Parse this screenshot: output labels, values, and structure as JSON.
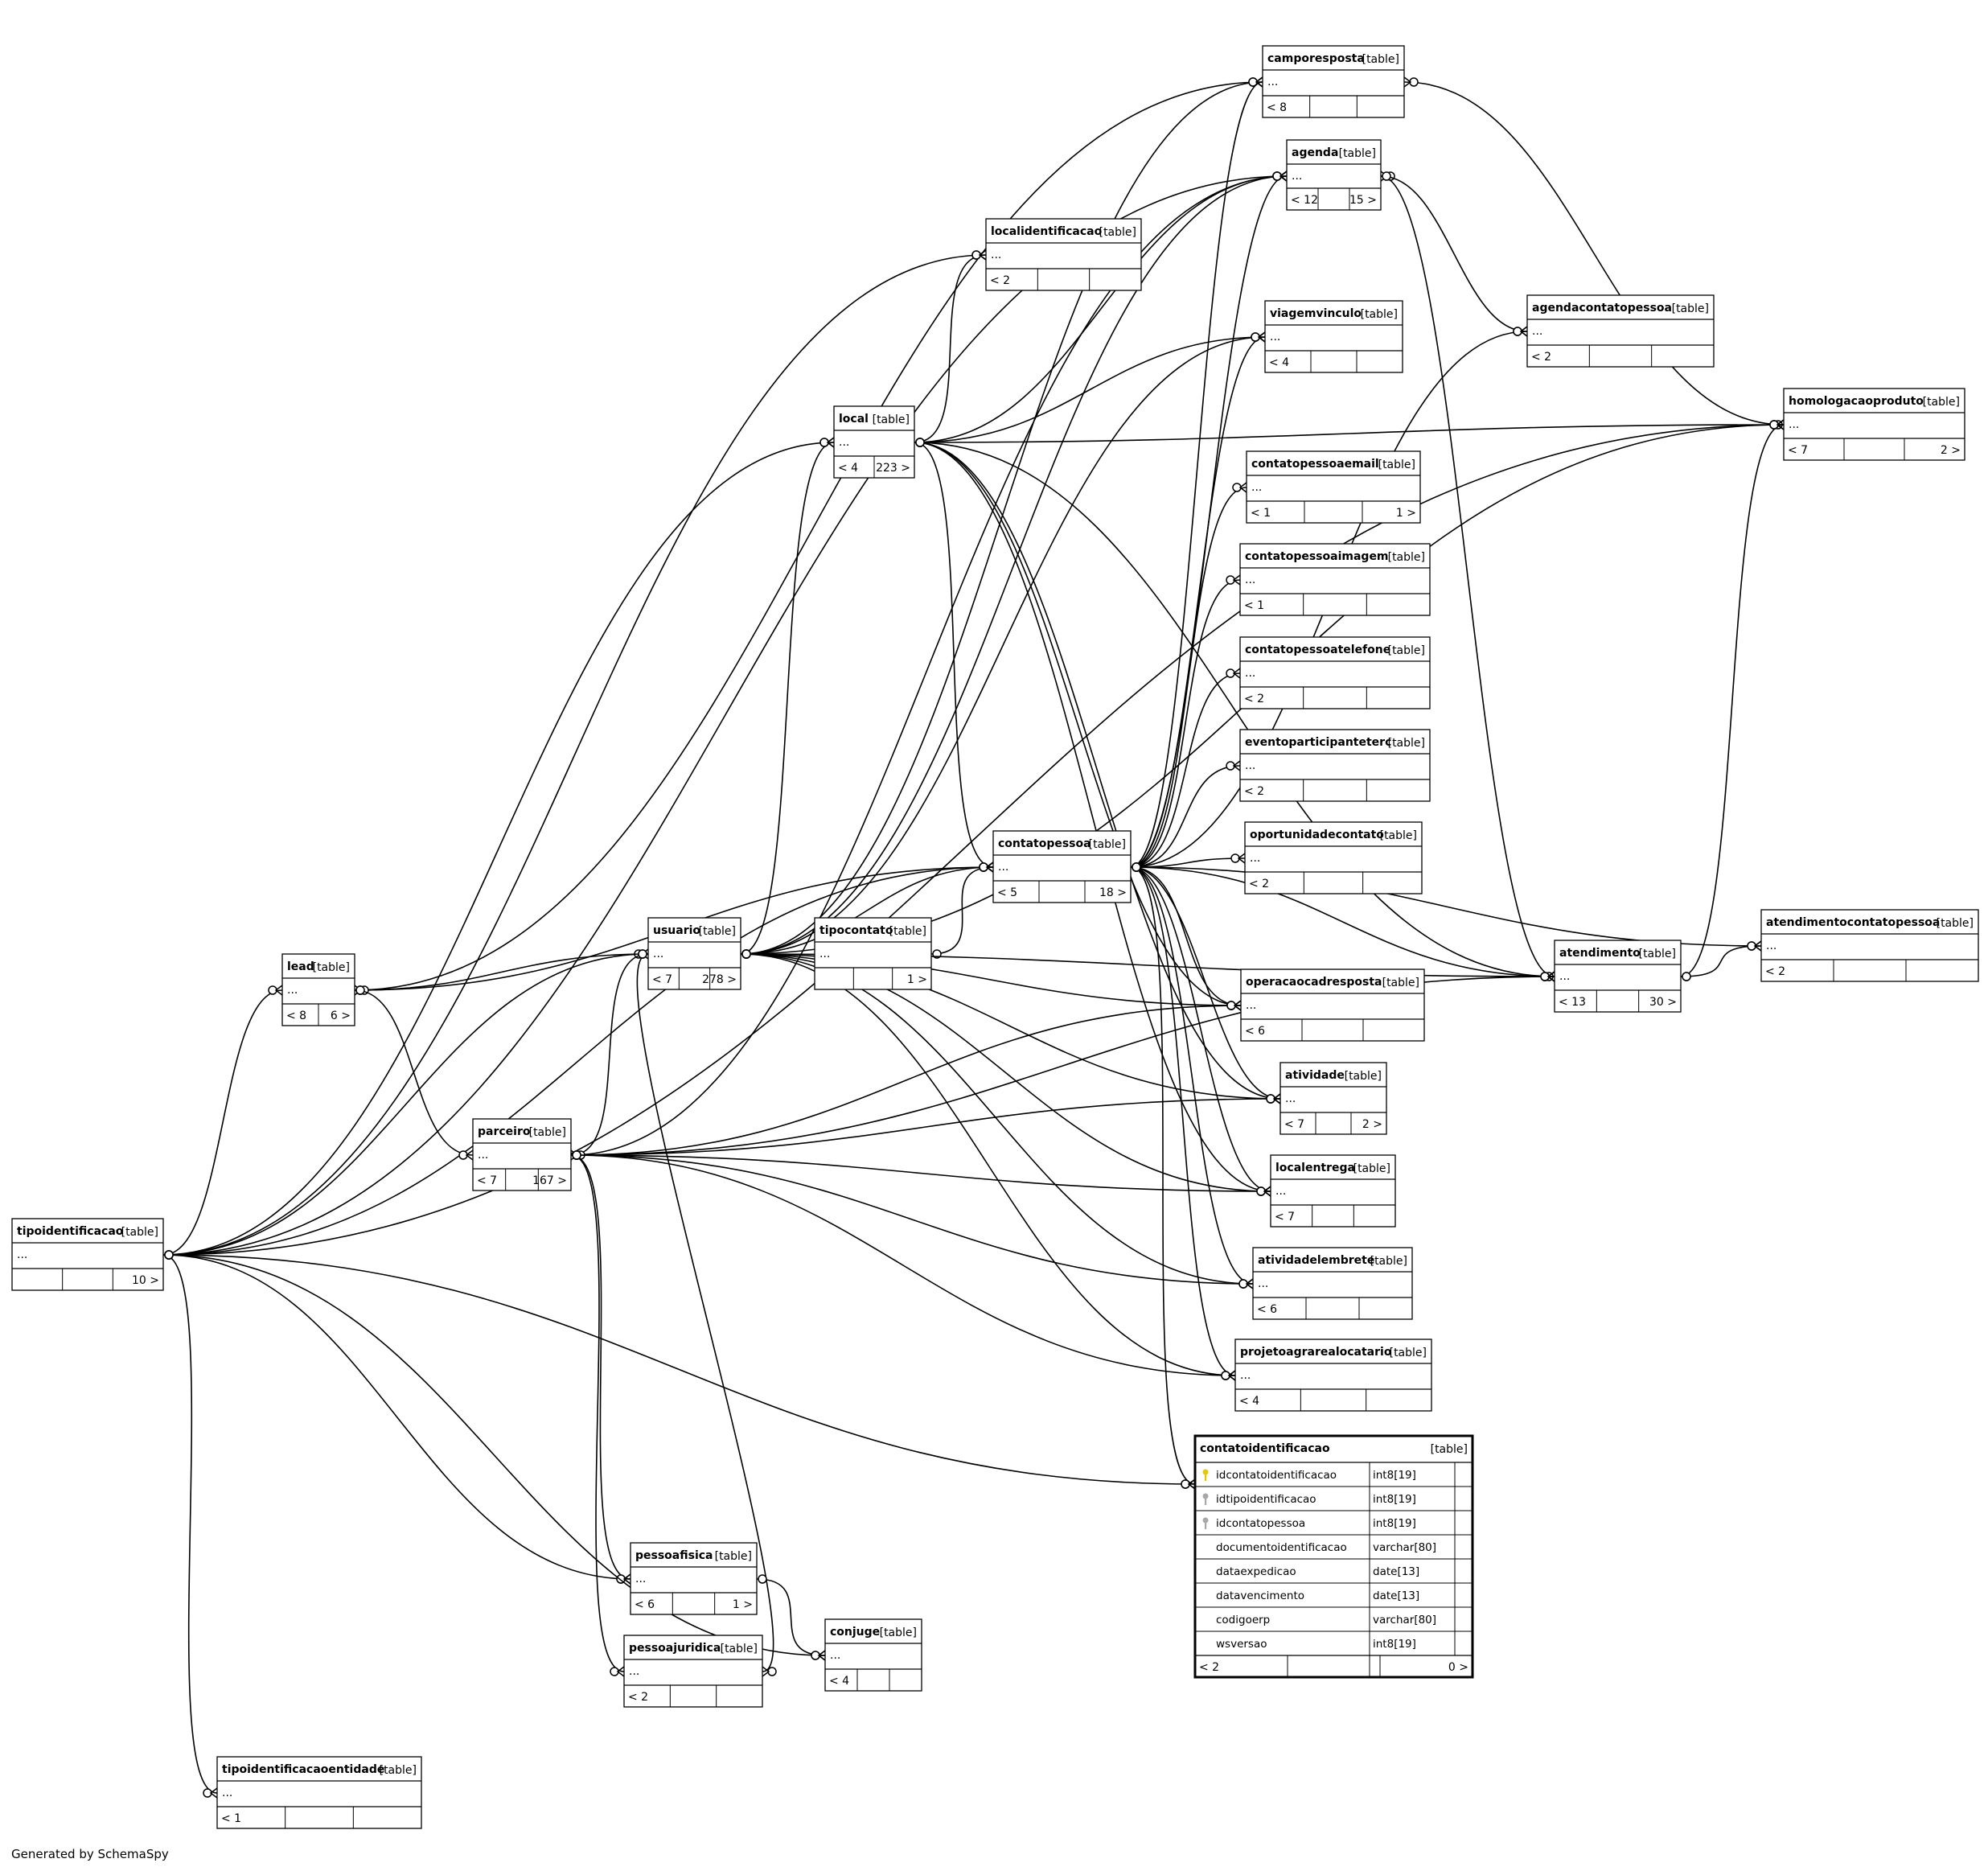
{
  "footer": "Generated by SchemaSpy",
  "tables": [
    {
      "id": "camporesposta",
      "name": "camporesposta",
      "tag": "[table]",
      "rows": [
        "..."
      ],
      "nav": [
        "< 8",
        "",
        ""
      ]
    },
    {
      "id": "agenda",
      "name": "agenda",
      "tag": "[table]",
      "rows": [
        "..."
      ],
      "nav": [
        "< 12",
        "",
        "15 >"
      ]
    },
    {
      "id": "localidentificacao",
      "name": "localidentificacao",
      "tag": "[table]",
      "rows": [
        "..."
      ],
      "nav": [
        "< 2",
        "",
        ""
      ]
    },
    {
      "id": "viagemvinculo",
      "name": "viagemvinculo",
      "tag": "[table]",
      "rows": [
        "..."
      ],
      "nav": [
        "< 4",
        "",
        ""
      ]
    },
    {
      "id": "agendacontatopessoa",
      "name": "agendacontatopessoa",
      "tag": "[table]",
      "rows": [
        "..."
      ],
      "nav": [
        "< 2",
        "",
        ""
      ]
    },
    {
      "id": "local",
      "name": "local",
      "tag": "[table]",
      "rows": [
        "..."
      ],
      "nav": [
        "< 4",
        "223 >"
      ]
    },
    {
      "id": "homologacaoproduto",
      "name": "homologacaoproduto",
      "tag": "[table]",
      "rows": [
        "..."
      ],
      "nav": [
        "< 7",
        "",
        "2 >"
      ]
    },
    {
      "id": "contatopessoaemail",
      "name": "contatopessoaemail",
      "tag": "[table]",
      "rows": [
        "..."
      ],
      "nav": [
        "< 1",
        "",
        "1 >"
      ]
    },
    {
      "id": "contatopessoaimagem",
      "name": "contatopessoaimagem",
      "tag": "[table]",
      "rows": [
        "..."
      ],
      "nav": [
        "< 1",
        "",
        ""
      ]
    },
    {
      "id": "contatopessoatelefone",
      "name": "contatopessoatelefone",
      "tag": "[table]",
      "rows": [
        "..."
      ],
      "nav": [
        "< 2",
        "",
        ""
      ]
    },
    {
      "id": "eventoparticipanteterc",
      "name": "eventoparticipanteterc",
      "tag": "[table]",
      "rows": [
        "..."
      ],
      "nav": [
        "< 2",
        "",
        ""
      ]
    },
    {
      "id": "contatopessoa",
      "name": "contatopessoa",
      "tag": "[table]",
      "rows": [
        "..."
      ],
      "nav": [
        "< 5",
        "",
        "18 >"
      ]
    },
    {
      "id": "oportunidadecontato",
      "name": "oportunidadecontato",
      "tag": "[table]",
      "rows": [
        "..."
      ],
      "nav": [
        "< 2",
        "",
        ""
      ]
    },
    {
      "id": "atendimentocontatopessoa",
      "name": "atendimentocontatopessoa",
      "tag": "[table]",
      "rows": [
        "..."
      ],
      "nav": [
        "< 2",
        "",
        ""
      ]
    },
    {
      "id": "usuario",
      "name": "usuario",
      "tag": "[table]",
      "rows": [
        "..."
      ],
      "nav": [
        "< 7",
        "",
        "278 >"
      ]
    },
    {
      "id": "tipocontato",
      "name": "tipocontato",
      "tag": "[table]",
      "rows": [
        "..."
      ],
      "nav": [
        "",
        "",
        "1 >"
      ]
    },
    {
      "id": "lead",
      "name": "lead",
      "tag": "[table]",
      "rows": [
        "..."
      ],
      "nav": [
        "< 8",
        "6 >"
      ]
    },
    {
      "id": "atendimento",
      "name": "atendimento",
      "tag": "[table]",
      "rows": [
        "..."
      ],
      "nav": [
        "< 13",
        "",
        "30 >"
      ]
    },
    {
      "id": "operacaocadresposta",
      "name": "operacaocadresposta",
      "tag": "[table]",
      "rows": [
        "..."
      ],
      "nav": [
        "< 6",
        "",
        ""
      ]
    },
    {
      "id": "atividade",
      "name": "atividade",
      "tag": "[table]",
      "rows": [
        "..."
      ],
      "nav": [
        "< 7",
        "",
        "2 >"
      ]
    },
    {
      "id": "parceiro",
      "name": "parceiro",
      "tag": "[table]",
      "rows": [
        "..."
      ],
      "nav": [
        "< 7",
        "",
        "167 >"
      ]
    },
    {
      "id": "localentrega",
      "name": "localentrega",
      "tag": "[table]",
      "rows": [
        "..."
      ],
      "nav": [
        "< 7",
        "",
        ""
      ]
    },
    {
      "id": "tipoidentificacao",
      "name": "tipoidentificacao",
      "tag": "[table]",
      "rows": [
        "..."
      ],
      "nav": [
        "",
        "",
        "10 >"
      ]
    },
    {
      "id": "atividadelembrete",
      "name": "atividadelembrete",
      "tag": "[table]",
      "rows": [
        "..."
      ],
      "nav": [
        "< 6",
        "",
        ""
      ]
    },
    {
      "id": "projetoagrarealocatario",
      "name": "projetoagrarealocatario",
      "tag": "[table]",
      "rows": [
        "..."
      ],
      "nav": [
        "< 4",
        "",
        ""
      ]
    },
    {
      "id": "contatoidentificacao",
      "name": "contatoidentificacao",
      "tag": "[table]",
      "focus": true,
      "columns": [
        {
          "name": "idcontatoidentificacao",
          "type": "int8[19]",
          "key": "pk"
        },
        {
          "name": "idtipoidentificacao",
          "type": "int8[19]",
          "key": "fk"
        },
        {
          "name": "idcontatopessoa",
          "type": "int8[19]",
          "key": "fk"
        },
        {
          "name": "documentoidentificacao",
          "type": "varchar[80]",
          "key": ""
        },
        {
          "name": "dataexpedicao",
          "type": "date[13]",
          "key": ""
        },
        {
          "name": "datavencimento",
          "type": "date[13]",
          "key": ""
        },
        {
          "name": "codigoerp",
          "type": "varchar[80]",
          "key": ""
        },
        {
          "name": "wsversao",
          "type": "int8[19]",
          "key": ""
        }
      ],
      "nav": [
        "< 2",
        "",
        "0 >"
      ]
    },
    {
      "id": "pessoafisica",
      "name": "pessoafisica",
      "tag": "[table]",
      "rows": [
        "..."
      ],
      "nav": [
        "< 6",
        "",
        "1 >"
      ]
    },
    {
      "id": "pessoajuridica",
      "name": "pessoajuridica",
      "tag": "[table]",
      "rows": [
        "..."
      ],
      "nav": [
        "< 2",
        "",
        ""
      ]
    },
    {
      "id": "conjuge",
      "name": "conjuge",
      "tag": "[table]",
      "rows": [
        "..."
      ],
      "nav": [
        "< 4",
        "",
        ""
      ]
    },
    {
      "id": "tipoidentificacaoentidade",
      "name": "tipoidentificacaoentidade",
      "tag": "[table]",
      "rows": [
        "..."
      ],
      "nav": [
        "< 1",
        "",
        ""
      ]
    }
  ],
  "relationships": [
    [
      "camporesposta",
      "usuario"
    ],
    [
      "camporesposta",
      "contatopessoa"
    ],
    [
      "camporesposta",
      "lead"
    ],
    [
      "camporesposta",
      "homologacaoproduto"
    ],
    [
      "agenda",
      "usuario"
    ],
    [
      "agenda",
      "local"
    ],
    [
      "agenda",
      "contatopessoa"
    ],
    [
      "agenda",
      "parceiro"
    ],
    [
      "agenda",
      "atendimento"
    ],
    [
      "agenda",
      "tipoidentificacao"
    ],
    [
      "localidentificacao",
      "local"
    ],
    [
      "localidentificacao",
      "tipoidentificacao"
    ],
    [
      "viagemvinculo",
      "local"
    ],
    [
      "viagemvinculo",
      "contatopessoa"
    ],
    [
      "viagemvinculo",
      "usuario"
    ],
    [
      "agendacontatopessoa",
      "agenda"
    ],
    [
      "agendacontatopessoa",
      "contatopessoa"
    ],
    [
      "local",
      "usuario"
    ],
    [
      "local",
      "tipoidentificacao"
    ],
    [
      "homologacaoproduto",
      "local"
    ],
    [
      "homologacaoproduto",
      "usuario"
    ],
    [
      "homologacaoproduto",
      "atendimento"
    ],
    [
      "homologacaoproduto",
      "tipoidentificacao"
    ],
    [
      "contatopessoaemail",
      "contatopessoa"
    ],
    [
      "contatopessoaimagem",
      "contatopessoa"
    ],
    [
      "contatopessoatelefone",
      "contatopessoa"
    ],
    [
      "eventoparticipanteterc",
      "contatopessoa"
    ],
    [
      "oportunidadecontato",
      "contatopessoa"
    ],
    [
      "contatopessoa",
      "tipoidentificacao"
    ],
    [
      "contatopessoa",
      "usuario"
    ],
    [
      "contatopessoa",
      "tipocontato"
    ],
    [
      "contatopessoa",
      "local"
    ],
    [
      "contatopessoa",
      "lead"
    ],
    [
      "atendimentocontatopessoa",
      "atendimento"
    ],
    [
      "atendimentocontatopessoa",
      "contatopessoa"
    ],
    [
      "usuario",
      "tipoidentificacao"
    ],
    [
      "lead",
      "tipoidentificacao"
    ],
    [
      "lead",
      "usuario"
    ],
    [
      "atendimento",
      "contatopessoa"
    ],
    [
      "atendimento",
      "usuario"
    ],
    [
      "atendimento",
      "local"
    ],
    [
      "atendimento",
      "parceiro"
    ],
    [
      "operacaocadresposta",
      "usuario"
    ],
    [
      "operacaocadresposta",
      "contatopessoa"
    ],
    [
      "operacaocadresposta",
      "parceiro"
    ],
    [
      "operacaocadresposta",
      "local"
    ],
    [
      "atividade",
      "usuario"
    ],
    [
      "atividade",
      "contatopessoa"
    ],
    [
      "atividade",
      "parceiro"
    ],
    [
      "atividade",
      "local"
    ],
    [
      "parceiro",
      "lead"
    ],
    [
      "parceiro",
      "usuario"
    ],
    [
      "localentrega",
      "local"
    ],
    [
      "localentrega",
      "parceiro"
    ],
    [
      "localentrega",
      "usuario"
    ],
    [
      "localentrega",
      "contatopessoa"
    ],
    [
      "atividadelembrete",
      "usuario"
    ],
    [
      "atividadelembrete",
      "parceiro"
    ],
    [
      "atividadelembrete",
      "contatopessoa"
    ],
    [
      "projetoagrarealocatario",
      "usuario"
    ],
    [
      "projetoagrarealocatario",
      "parceiro"
    ],
    [
      "projetoagrarealocatario",
      "contatopessoa"
    ],
    [
      "contatoidentificacao",
      "tipoidentificacao"
    ],
    [
      "contatoidentificacao",
      "contatopessoa"
    ],
    [
      "pessoafisica",
      "tipoidentificacao"
    ],
    [
      "pessoafisica",
      "parceiro"
    ],
    [
      "pessoajuridica",
      "parceiro"
    ],
    [
      "pessoajuridica",
      "usuario"
    ],
    [
      "conjuge",
      "pessoafisica"
    ],
    [
      "conjuge",
      "tipoidentificacao"
    ],
    [
      "tipoidentificacaoentidade",
      "tipoidentificacao"
    ]
  ]
}
